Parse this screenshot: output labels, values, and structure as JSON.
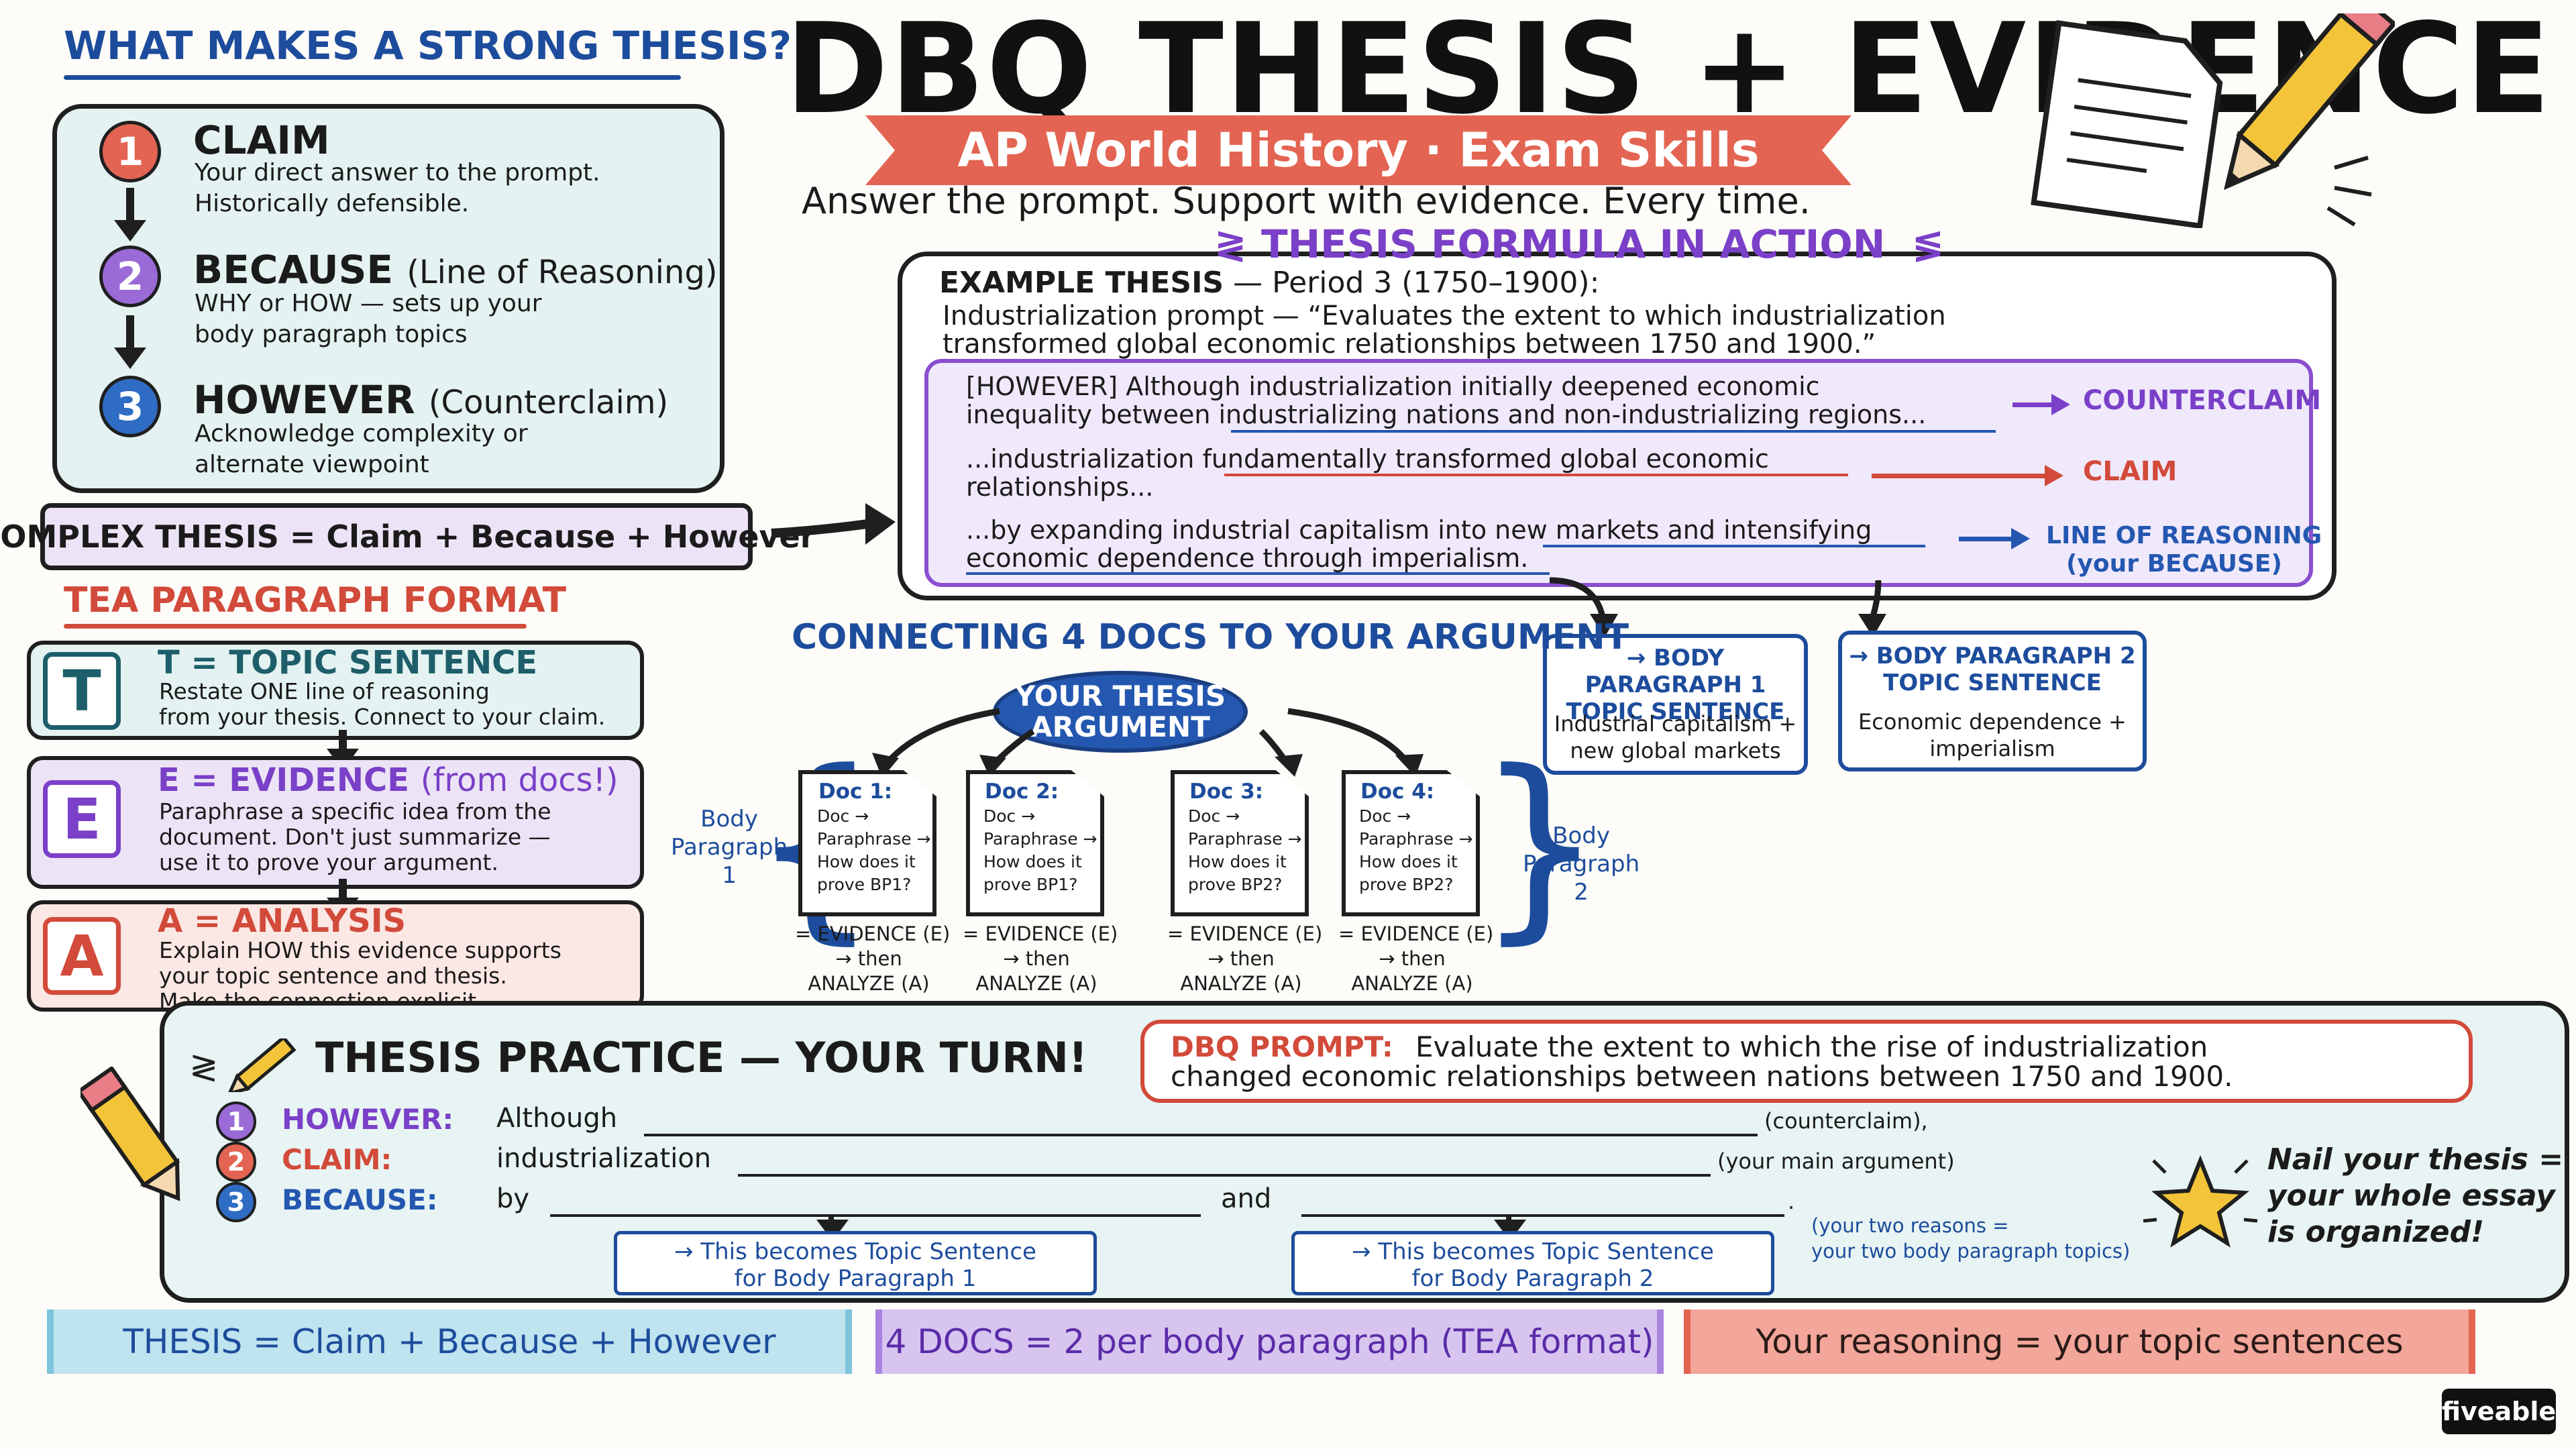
{
  "header": {
    "title": "DBQ THESIS + EVIDENCE",
    "banner": "AP World History · Exam Skills",
    "tagline": "Answer the prompt. Support with evidence. Every time."
  },
  "strong_thesis": {
    "title": "WHAT MAKES A STRONG THESIS?",
    "steps": [
      {
        "num": "1",
        "title": "CLAIM",
        "paren": "",
        "desc": [
          "Your direct answer to the prompt.",
          "Historically defensible."
        ]
      },
      {
        "num": "2",
        "title": "BECAUSE",
        "paren": "(Line of Reasoning)",
        "desc": [
          "WHY or HOW — sets up your",
          "body paragraph topics"
        ]
      },
      {
        "num": "3",
        "title": "HOWEVER",
        "paren": "(Counterclaim)",
        "desc": [
          "Acknowledge complexity or",
          "alternate viewpoint"
        ]
      }
    ],
    "complex": "COMPLEX THESIS = Claim + Because + However"
  },
  "tea": {
    "title": "TEA PARAGRAPH FORMAT",
    "items": [
      {
        "letter": "T",
        "head": "T = TOPIC SENTENCE",
        "extra": "",
        "desc": [
          "Restate ONE line of reasoning",
          "from your thesis. Connect to your claim."
        ]
      },
      {
        "letter": "E",
        "head": "E = EVIDENCE",
        "extra": "(from docs!)",
        "desc": [
          "Paraphrase a specific idea from the",
          "document. Don't just summarize —",
          "use it to prove your argument."
        ]
      },
      {
        "letter": "A",
        "head": "A = ANALYSIS",
        "extra": "",
        "desc": [
          "Explain HOW this evidence supports",
          "your topic sentence and thesis.",
          "Make the connection explicit."
        ]
      }
    ]
  },
  "formula": {
    "title": "THESIS FORMULA IN ACTION",
    "example_label": "EXAMPLE THESIS",
    "example_period": "— Period 3 (1750–1900):",
    "prompt_lines": [
      "Industrialization prompt — “Evaluates the extent to which industrialization",
      "transformed global economic relationships between 1750 and 1900.”"
    ],
    "parts": [
      {
        "lines": [
          "[HOWEVER] Although industrialization initially deepened economic",
          "inequality between industrializing nations and non-industrializing regions..."
        ],
        "tag": "COUNTERCLAIM"
      },
      {
        "lines": [
          "...industrialization fundamentally transformed global economic",
          "relationships..."
        ],
        "tag": "CLAIM"
      },
      {
        "lines": [
          "...by expanding industrial capitalism into new markets and intensifying",
          "economic dependence through imperialism."
        ],
        "tag": "LINE OF REASONING",
        "tag2": "(your BECAUSE)"
      }
    ]
  },
  "docs": {
    "title": "CONNECTING 4 DOCS TO YOUR ARGUMENT",
    "bubble": [
      "YOUR THESIS",
      "ARGUMENT"
    ],
    "items": [
      {
        "title": "Doc 1:",
        "body": [
          "Doc →",
          "Paraphrase →",
          "How does it",
          "prove BP1?"
        ]
      },
      {
        "title": "Doc 2:",
        "body": [
          "Doc →",
          "Paraphrase →",
          "How does it",
          "prove BP1?"
        ]
      },
      {
        "title": "Doc 3:",
        "body": [
          "Doc →",
          "Paraphrase →",
          "How does it",
          "prove BP2?"
        ]
      },
      {
        "title": "Doc 4:",
        "body": [
          "Doc →",
          "Paraphrase →",
          "How does it",
          "prove BP2?"
        ]
      }
    ],
    "foot": [
      "= EVIDENCE (E)",
      "→ then",
      "ANALYZE (A)"
    ],
    "bp_left": [
      "Body",
      "Paragraph",
      "1"
    ],
    "bp_right": [
      "Body",
      "Paragraph",
      "2"
    ]
  },
  "body_paragraphs": [
    {
      "head": [
        "→ BODY PARAGRAPH 1",
        "TOPIC SENTENCE"
      ],
      "body": [
        "Industrial capitalism +",
        "new global markets"
      ]
    },
    {
      "head": [
        "→ BODY PARAGRAPH 2",
        "TOPIC SENTENCE"
      ],
      "body": [
        "Economic dependence +",
        "imperialism"
      ]
    }
  ],
  "practice": {
    "title": "THESIS PRACTICE — YOUR TURN!",
    "prompt_label": "DBQ PROMPT:",
    "prompt_lines": [
      "Evaluate the extent to which the rise of industrialization",
      "changed economic relationships between nations between 1750 and 1900."
    ],
    "rows": [
      {
        "num": "1",
        "label": "HOWEVER:",
        "word": "Although",
        "note": "(counterclaim),"
      },
      {
        "num": "2",
        "label": "CLAIM:",
        "word": "industrialization",
        "note": "(your main argument)"
      },
      {
        "num": "3",
        "label": "BECAUSE:",
        "word": "by",
        "word2": "and",
        "note": "."
      }
    ],
    "reasons_note": [
      "(your two reasons =",
      "your two body paragraph topics)"
    ],
    "ts1": [
      "→ This becomes Topic Sentence",
      "for Body Paragraph 1"
    ],
    "ts2": [
      "→ This becomes Topic Sentence",
      "for Body Paragraph 2"
    ],
    "nail": [
      "Nail your thesis =",
      "your whole essay",
      "is organized!"
    ]
  },
  "strips": [
    "THESIS = Claim + Because + However",
    "4 DOCS = 2 per body paragraph (TEA format)",
    "Your reasoning = your topic sentences"
  ],
  "logo": "fiveable",
  "colors": {
    "red": "#e36452",
    "purple": "#8a4fd0",
    "blue": "#2457b0",
    "teal_bg": "#e4f3f1",
    "lavender_bg": "#ece4f6"
  },
  "icons": [
    "document-icon",
    "pencil-icon",
    "star-icon"
  ]
}
